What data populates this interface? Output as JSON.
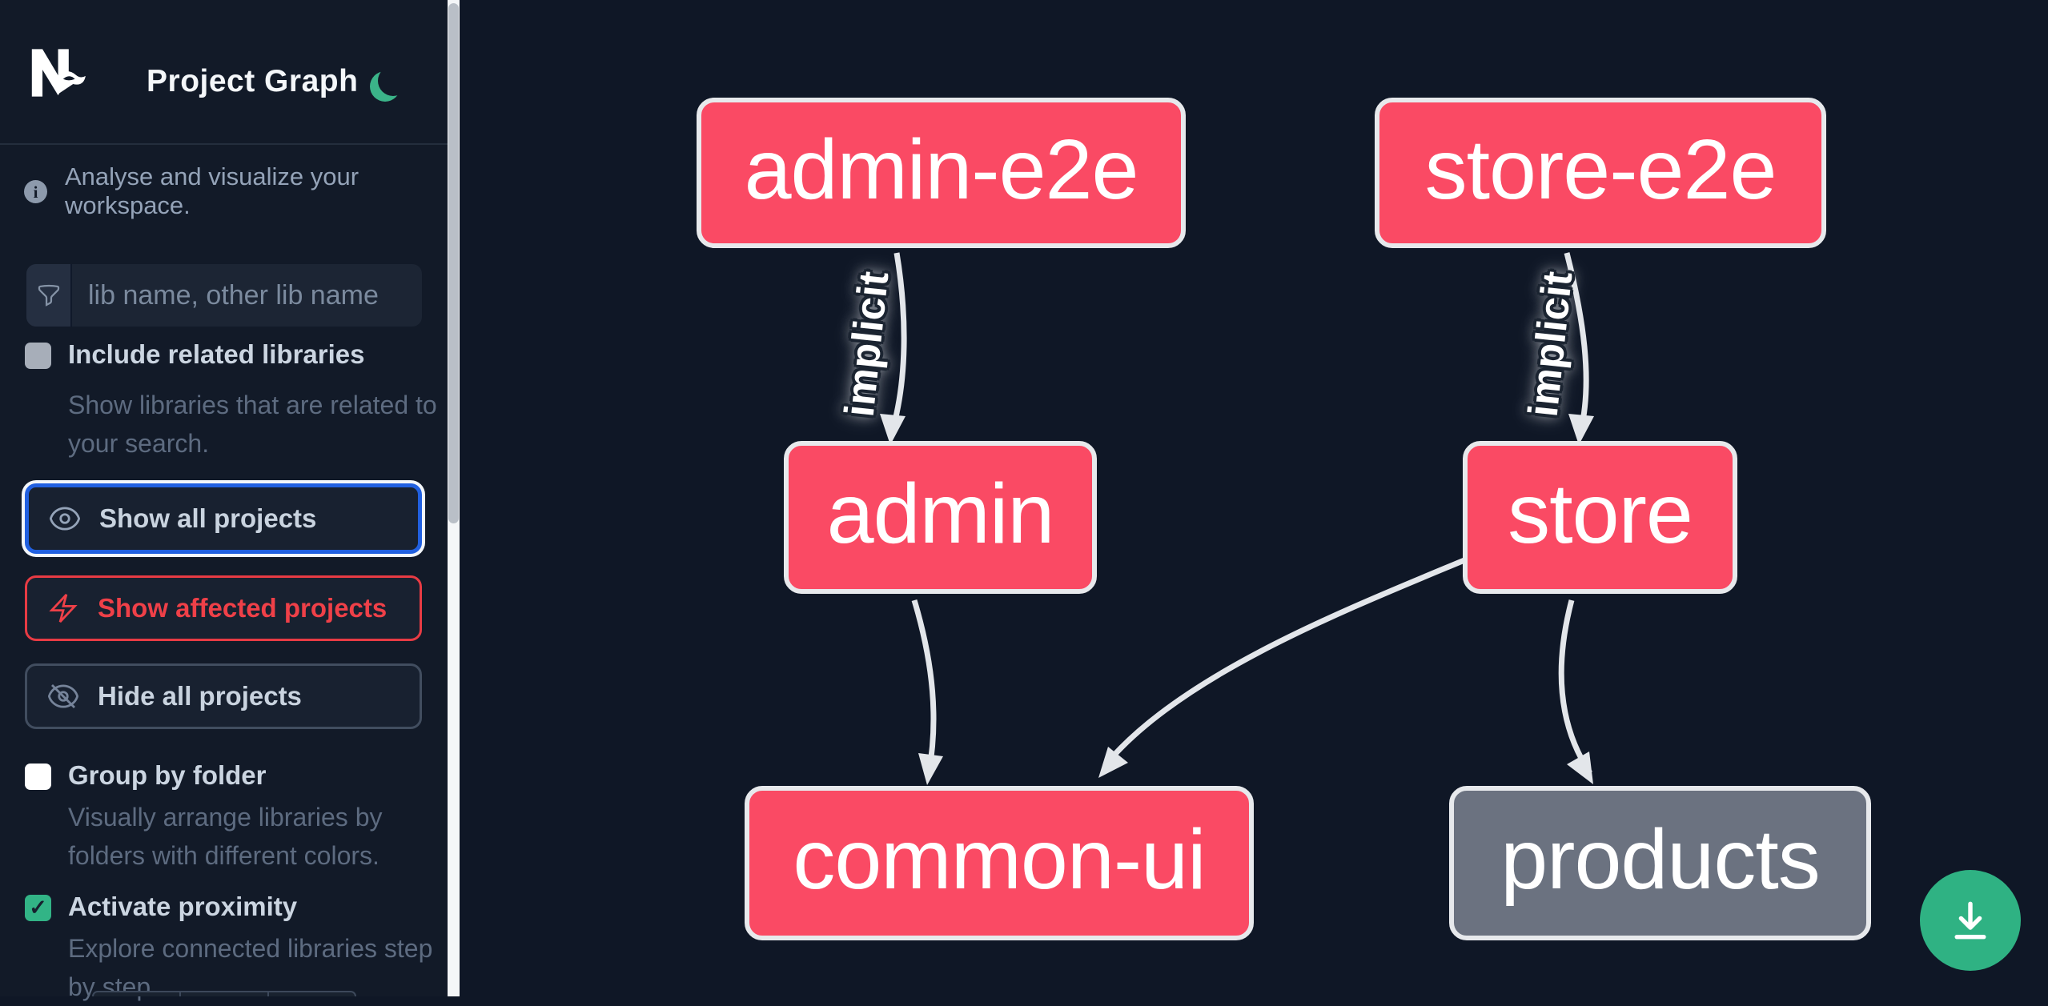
{
  "app": {
    "title": "Project Graph",
    "logo": "nx-logo",
    "theme_icon": "moon-icon"
  },
  "sidebar": {
    "tagline": "Analyse and visualize your workspace.",
    "search": {
      "placeholder": "lib name, other lib name",
      "value": ""
    },
    "checkboxes": [
      {
        "label": "Include related libraries",
        "description": "Show libraries that are related to your search.",
        "checked": false,
        "disabled": true
      },
      {
        "label": "Group by folder",
        "description": "Visually arrange libraries by folders with different colors.",
        "checked": false,
        "disabled": false
      },
      {
        "label": "Activate proximity",
        "description": "Explore connected libraries step by step.",
        "checked": true,
        "disabled": false,
        "checkmark": "✓"
      }
    ],
    "buttons": [
      {
        "label": "Show all projects",
        "icon": "eye-icon",
        "state": "focused"
      },
      {
        "label": "Show affected projects",
        "icon": "bolt-icon",
        "variant": "affected"
      },
      {
        "label": "Hide all projects",
        "icon": "eye-off-icon"
      }
    ]
  },
  "graph": {
    "nodes": [
      {
        "id": "admin-e2e",
        "type": "affected"
      },
      {
        "id": "store-e2e",
        "type": "affected"
      },
      {
        "id": "admin",
        "type": "affected"
      },
      {
        "id": "store",
        "type": "affected"
      },
      {
        "id": "common-ui",
        "type": "affected"
      },
      {
        "id": "products",
        "type": "normal"
      }
    ],
    "edges": [
      {
        "source": "admin-e2e",
        "target": "admin",
        "label": "implicit"
      },
      {
        "source": "store-e2e",
        "target": "store",
        "label": "implicit"
      },
      {
        "source": "admin",
        "target": "common-ui",
        "label": ""
      },
      {
        "source": "store",
        "target": "common-ui",
        "label": ""
      },
      {
        "source": "store",
        "target": "products",
        "label": ""
      }
    ]
  },
  "fab": {
    "icon": "download-icon"
  },
  "colors": {
    "affected_node": "#fa4a64",
    "normal_node": "#6b7280",
    "edge": "#e3e6ea",
    "accent_green": "#2fb283",
    "focus_blue": "#2160e0",
    "alert_red": "#ef4048",
    "sidebar_bg": "#121a28",
    "canvas_bg": "#0f1726"
  }
}
